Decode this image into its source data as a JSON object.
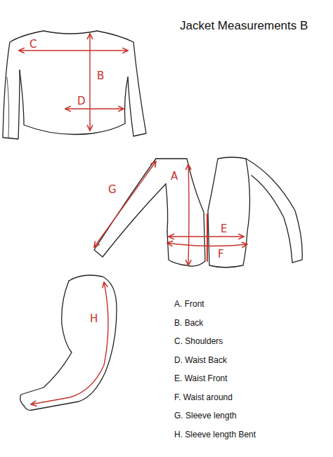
{
  "diagram": {
    "title": "Jacket Measurements B",
    "labels": [
      "C",
      "B",
      "D",
      "G",
      "A",
      "E",
      "F",
      "H",
      "A. Front",
      "B. Back",
      "C. Shoulders",
      "D. Waist Back",
      "E. Waist Front",
      "F. Waist around",
      "G. Sleeve length",
      "H. Sleeve length Bent"
    ]
  }
}
